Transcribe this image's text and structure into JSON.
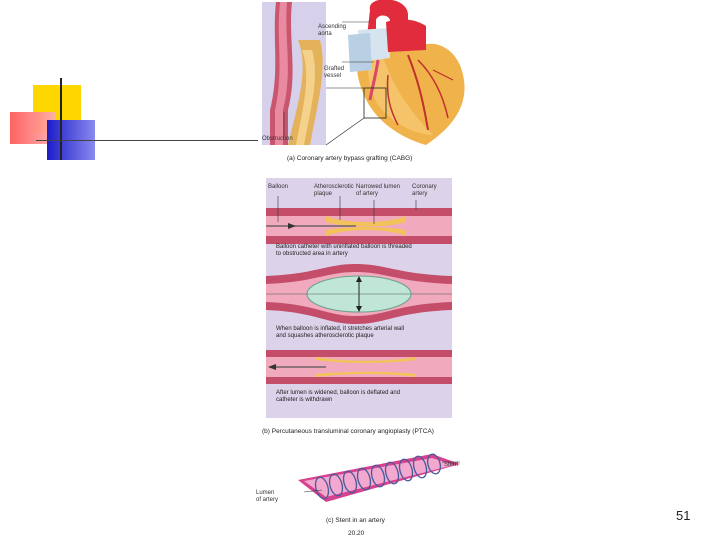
{
  "slide": {
    "page_number": "51"
  },
  "panel_a": {
    "labels": {
      "ascending_aorta_1": "Ascending",
      "ascending_aorta_2": "aorta",
      "grafted_vessel_1": "Grafted",
      "grafted_vessel_2": "vessel",
      "obstruction": "Obstruction"
    },
    "caption": "(a) Coronary artery bypass grafting (CABG)"
  },
  "panel_b": {
    "labels": {
      "balloon": "Balloon",
      "atherosclerotic_1": "Atherosclerotic",
      "atherosclerotic_2": "plaque",
      "narrowed_1": "Narrowed lumen",
      "narrowed_2": "of artery",
      "coronary_1": "Coronary",
      "coronary_2": "artery"
    },
    "notes": {
      "step1_line1": "Balloon catheter with uninflated balloon is threaded",
      "step1_line2": "to obstructed area in artery",
      "step2_line1": "When balloon is inflated, it stretches arterial wall",
      "step2_line2": "and squashes atherosclerotic plaque",
      "step3_line1": "After lumen is widened, balloon is deflated and",
      "step3_line2": "catheter is withdrawn"
    },
    "caption": "(b) Percutaneous transluminal coronary angioplasty (PTCA)"
  },
  "panel_c": {
    "labels": {
      "stent": "Stent",
      "lumen_1": "Lumen",
      "lumen_2": "of artery"
    },
    "caption": "(c) Stent in an artery",
    "figure_number": "20.20"
  }
}
